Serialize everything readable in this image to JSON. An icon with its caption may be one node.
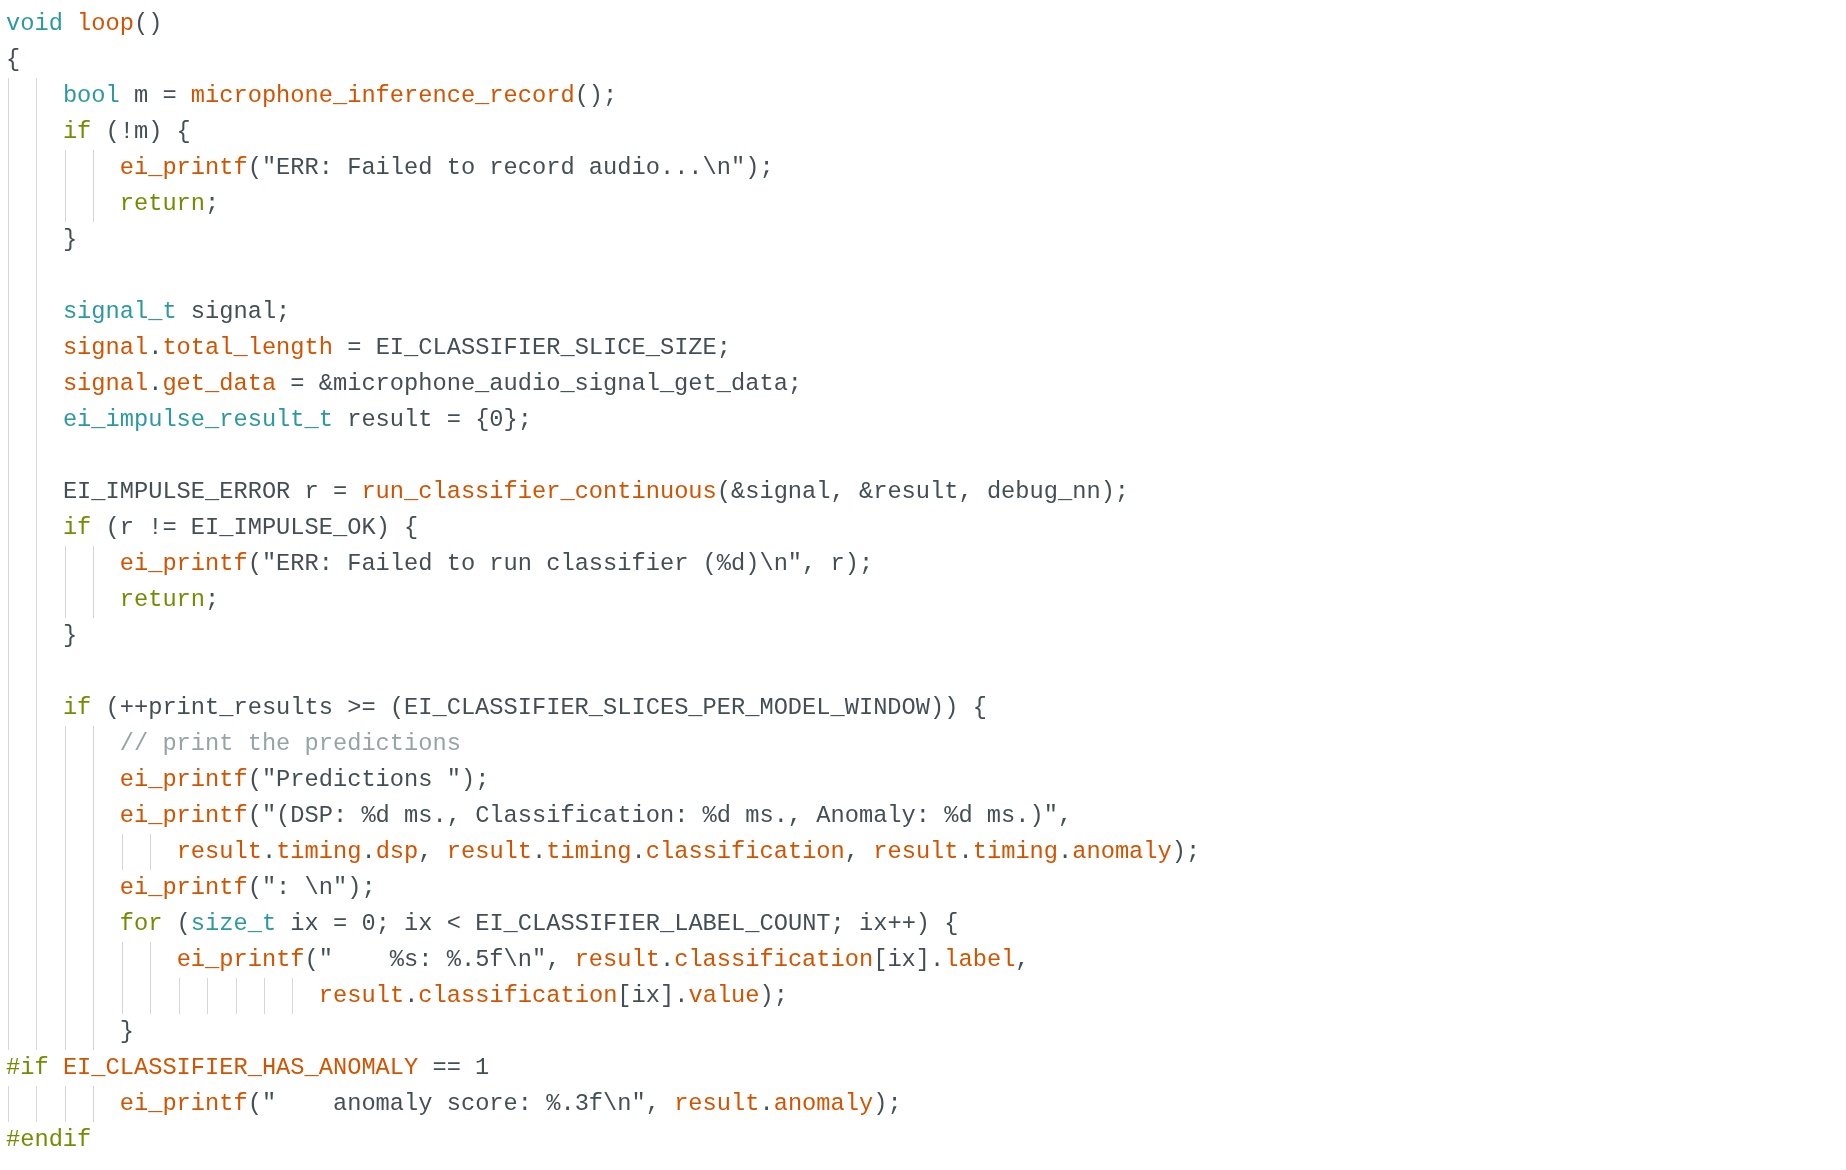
{
  "diagram": {
    "labels": [
      "void loop()",
      "{",
      "bool m = microphone_inference_record();",
      "if (!m) {",
      "ei_printf(\"ERR: Failed to record audio...\\n\");",
      "return;",
      "}",
      "signal_t signal;",
      "signal.total_length = EI_CLASSIFIER_SLICE_SIZE;",
      "signal.get_data = &microphone_audio_signal_get_data;",
      "ei_impulse_result_t result = {0};",
      "EI_IMPULSE_ERROR r = run_classifier_continuous(&signal, &result, debug_nn);",
      "if (r != EI_IMPULSE_OK) {",
      "ei_printf(\"ERR: Failed to run classifier (%d)\\n\", r);",
      "return;",
      "}",
      "if (++print_results >= (EI_CLASSIFIER_SLICES_PER_MODEL_WINDOW)) {",
      "// print the predictions",
      "ei_printf(\"Predictions \");",
      "ei_printf(\"(DSP: %d ms., Classification: %d ms., Anomaly: %d ms.)\",",
      "result.timing.dsp, result.timing.classification, result.timing.anomaly);",
      "ei_printf(\": \\n\");",
      "for (size_t ix = 0; ix < EI_CLASSIFIER_LABEL_COUNT; ix++) {",
      "ei_printf(\"    %s: %.5f\\n\", result.classification[ix].label,",
      "result.classification[ix].value);",
      "}",
      "#if EI_CLASSIFIER_HAS_ANOMALY == 1",
      "ei_printf(\"    anomaly score: %.3f\\n\", result.anomaly);",
      "#endif"
    ]
  }
}
